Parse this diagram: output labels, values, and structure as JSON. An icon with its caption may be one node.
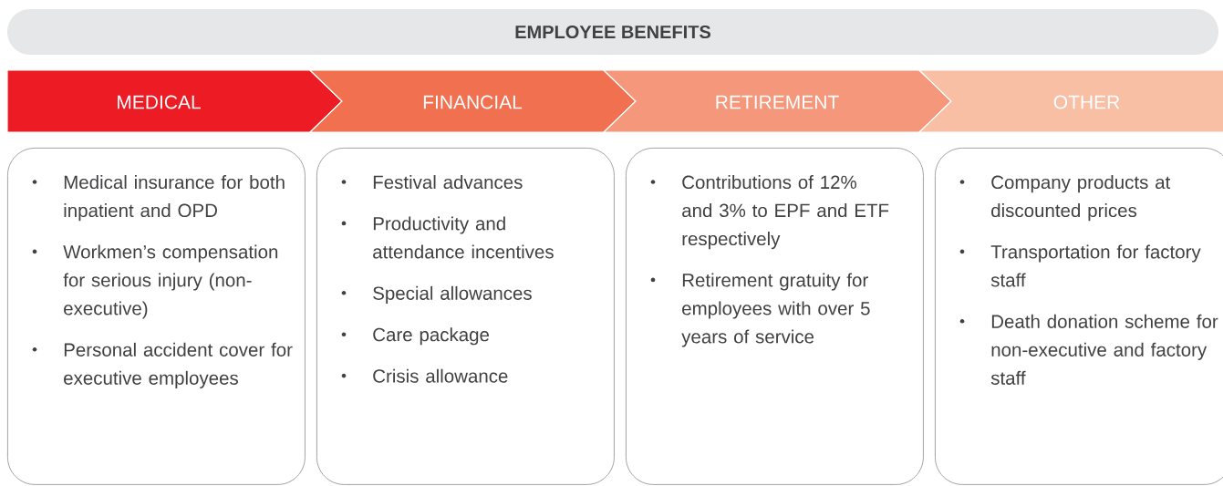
{
  "diagram": {
    "nodes": [
      {
        "text": [
          "EMPLOYEE BENEFITS"
        ]
      },
      {
        "text": [
          "MEDICAL"
        ]
      },
      {
        "text": [
          "FINANCIAL"
        ]
      },
      {
        "text": [
          "RETIREMENT"
        ]
      },
      {
        "text": [
          "OTHER"
        ]
      },
      {
        "text": [
          "Medical insurance for both inpatient and OPD",
          "Workmen’s compensation for serious injury (non-executive)",
          "Personal accident cover for executive employees"
        ]
      },
      {
        "text": [
          "Festival advances",
          "Productivity and attendance incentives",
          "Special allowances",
          "Care package",
          "Crisis allowance"
        ]
      },
      {
        "text": [
          "Contributions of 12% and 3% to EPF and ETF respectively",
          "Retirement gratuity for employees with over 5 years of service"
        ]
      },
      {
        "text": [
          "Company products at discounted prices",
          "Transportation for factory staff",
          "Death donation scheme for non-executive and factory staff"
        ]
      }
    ]
  }
}
